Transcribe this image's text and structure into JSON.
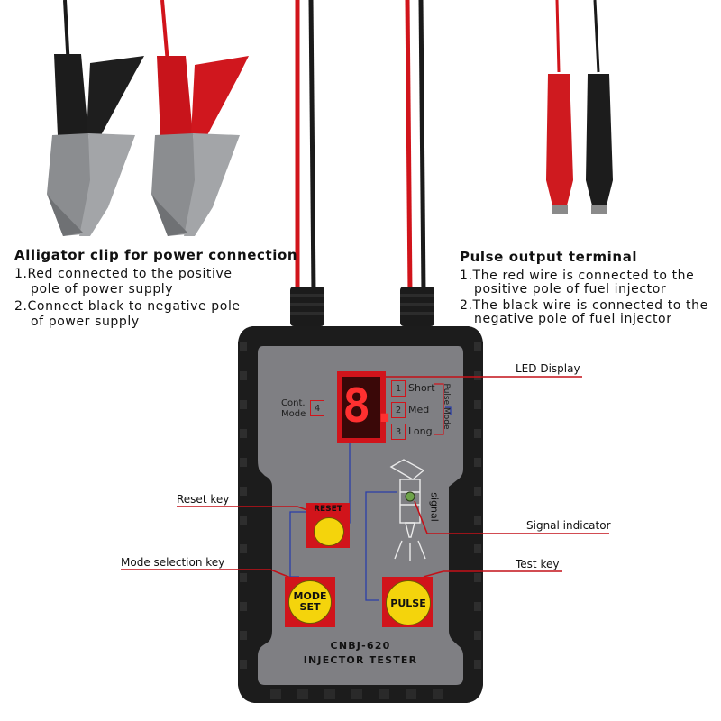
{
  "left_section": {
    "title": "Alligator clip for power connection",
    "line1": "1.Red connected to the positive",
    "line1b": "pole of power supply",
    "line2": "2.Connect black to negative pole",
    "line2b": "of power supply"
  },
  "right_section": {
    "title": "Pulse output terminal",
    "line1": "1.The red wire is connected to the",
    "line1b": "positive pole of fuel injector",
    "line2": "2.The black wire is connected to the",
    "line2b": "negative pole of fuel injector"
  },
  "callouts": {
    "led_display": "LED Display",
    "reset_key": "Reset key",
    "signal_indicator": "Signal indicator",
    "mode_selection_key": "Mode selection key",
    "test_key": "Test key"
  },
  "device": {
    "model": "CNBJ-620",
    "name": "INJECTOR TESTER",
    "cont_mode_line1": "Cont.",
    "cont_mode_line2": "Mode",
    "cont_mode_num": "4",
    "display_digit": "8.",
    "modes": [
      {
        "num": "1",
        "label": "Short"
      },
      {
        "num": "2",
        "label": "Med"
      },
      {
        "num": "3",
        "label": "Long"
      }
    ],
    "pulse_mode_label": "Pulse Mode",
    "signal_label": "signal",
    "reset_label": "RESET",
    "mode_set_line1": "MODE",
    "mode_set_line2": "SET",
    "pulse_label": "PULSE"
  },
  "colors": {
    "red_wire": "#d1141b",
    "black_wire": "#1a1a1a",
    "panel": "#7e7e82",
    "button_yellow": "#f4d40c",
    "leader_blue": "#2b3fa8"
  }
}
